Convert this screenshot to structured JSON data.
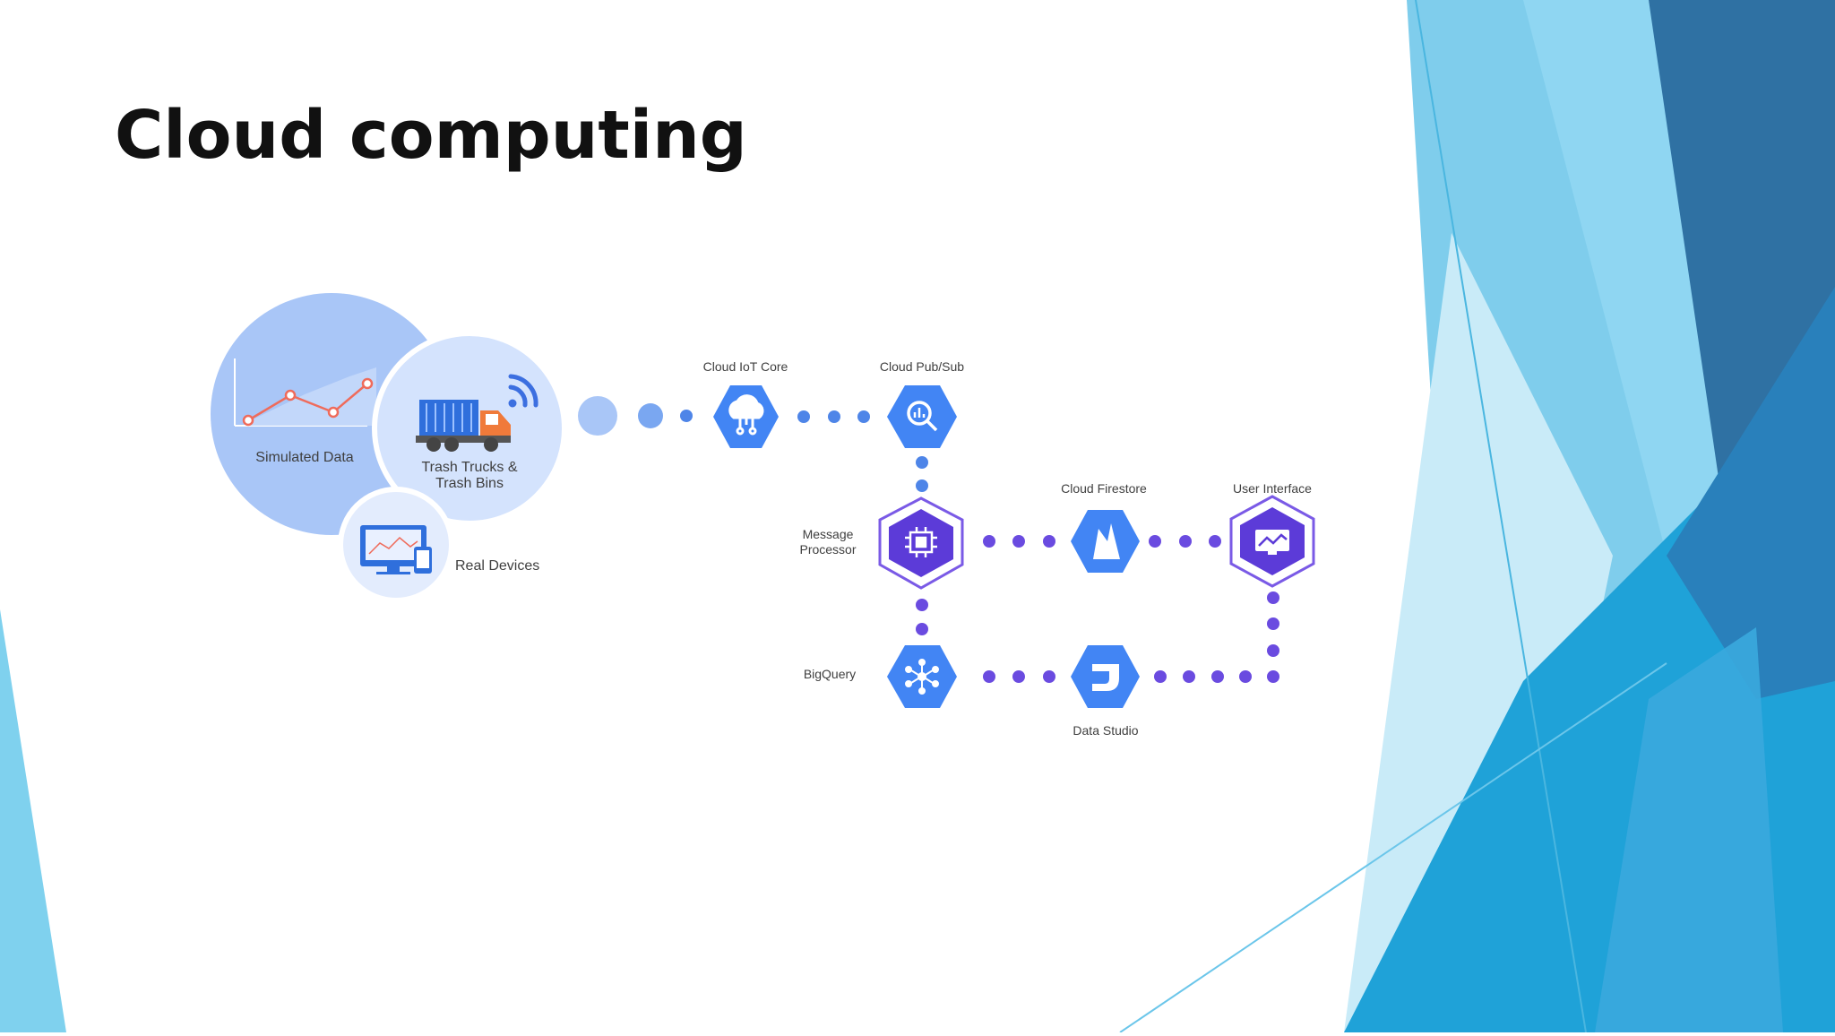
{
  "slide": {
    "title": "Cloud computing"
  },
  "diagram": {
    "sources": {
      "simulated": "Simulated Data",
      "trucks_line1": "Trash Trucks &",
      "trucks_line2": "Trash Bins",
      "devices": "Real Devices"
    },
    "nodes": {
      "iot_core": "Cloud IoT Core",
      "pubsub": "Cloud Pub/Sub",
      "processor_line1": "Message",
      "processor_line2": "Processor",
      "firestore": "Cloud Firestore",
      "ui": "User Interface",
      "bigquery": "BigQuery",
      "studio": "Data Studio"
    }
  },
  "colors": {
    "blue_node": "#4285f4",
    "purple_node": "#5c3bd8",
    "connector_blue": "#4e85e8",
    "connector_purple": "#6a4be0",
    "circle_bg": "#a9c6f7",
    "accent_dark": "#2a6d9c",
    "accent_light": "#7dd0ee"
  },
  "icons": [
    "cloud-iot-icon",
    "pubsub-search-icon",
    "processor-chip-icon",
    "firestore-flame-icon",
    "ui-monitor-icon",
    "bigquery-hub-icon",
    "data-studio-icon",
    "truck-icon",
    "wifi-icon",
    "devices-icon",
    "line-chart-icon"
  ]
}
